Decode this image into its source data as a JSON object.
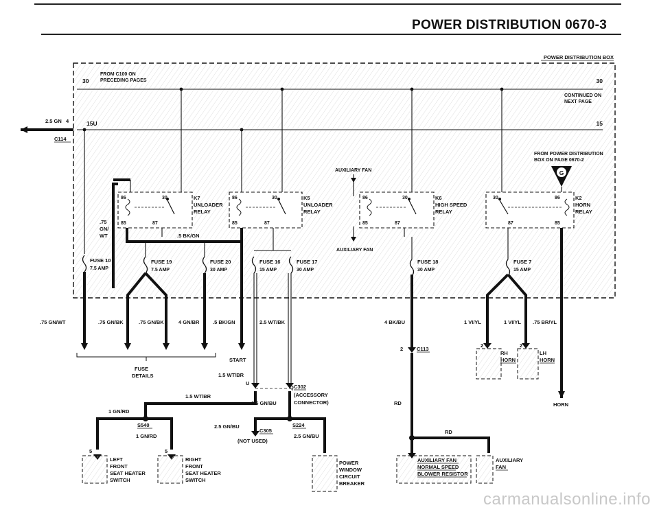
{
  "header": {
    "title": "POWER DISTRIBUTION  0670-3"
  },
  "watermark": "carmanualsonline.info",
  "box": {
    "title": "POWER DISTRIBUTION BOX",
    "term30": "30",
    "term15": "15U",
    "term30_right": "30",
    "term15_right": "15",
    "from_c100": [
      "FROM C100 ON",
      "PRECEDING PAGES"
    ],
    "continued": [
      "CONTINUED ON",
      "NEXT PAGE"
    ],
    "from_pdb": [
      "FROM POWER DISTRIBUTION",
      "BOX ON PAGE 0670-2"
    ],
    "g_symbol": "G",
    "aux_fan_top": "AUXILIARY FAN",
    "aux_fan_mid": "AUXILIARY FAN"
  },
  "input": {
    "wire": "2.5 GN",
    "pin": "4",
    "connector": "C114"
  },
  "relays": [
    {
      "name": [
        "K7",
        "UNLOADER",
        "RELAY"
      ],
      "pins": [
        "86",
        "30",
        "85",
        "87"
      ]
    },
    {
      "name": [
        "K5",
        "UNLOADER",
        "RELAY"
      ],
      "pins": [
        "86",
        "30",
        "85",
        "87"
      ]
    },
    {
      "name": [
        "K6",
        "HIGH SPEED",
        "RELAY"
      ],
      "pins": [
        "86",
        "30",
        "85",
        "87"
      ]
    },
    {
      "name": [
        "K2",
        "HORN",
        "RELAY"
      ],
      "pins": [
        "30",
        "86",
        "87",
        "85"
      ]
    }
  ],
  "fuses": [
    {
      "name": "FUSE 10",
      "amp": "7.5 AMP"
    },
    {
      "name": "FUSE 19",
      "amp": "7.5 AMP"
    },
    {
      "name": "FUSE 20",
      "amp": "30 AMP"
    },
    {
      "name": "FUSE 16",
      "amp": "15 AMP"
    },
    {
      "name": "FUSE 17",
      "amp": "30 AMP"
    },
    {
      "name": "FUSE 18",
      "amp": "30 AMP"
    },
    {
      "name": "FUSE 7",
      "amp": "15 AMP"
    }
  ],
  "wires": {
    "gn_wt_75": [
      ".75",
      "GN/",
      "WT"
    ],
    "bk_gn_5": ".5 BK/GN",
    "w_75gnwt": ".75 GN/WT",
    "w_75gnbk_a": ".75 GN/BK",
    "w_75gnbk_b": ".75 GN/BK",
    "w_4gnbr": "4 GN/BR",
    "w_5bkgn": ".5 BK/GN",
    "w_25wtbk": "2.5 WT/BK",
    "w_4bkbu": "4 BK/BU",
    "w_1viyl_a": "1 VI/YL",
    "w_1viyl_b": "1 VI/YL",
    "w_75bryl": ".75 BR/YL",
    "start": "START",
    "w_15wtbr_a": "1.5 WT/BR",
    "w_15wtbr_b": "1.5 WT/BR",
    "u": "U",
    "q": "Q",
    "w_25gnbu_a": "2.5 GN/BU",
    "w_25gnbu_b": "2.5 GN/BU",
    "w_25gnbu_c": "2.5 GN/BU",
    "w_1gnrd_a": "1 GN/RD",
    "w_1gnrd_b": "1 GN/RD",
    "rd_a": "RD",
    "rd_b": "RD",
    "horn": "HORN"
  },
  "fuse_details": [
    "FUSE",
    "DETAILS"
  ],
  "connectors": {
    "c302": "C302",
    "accessory": [
      "(ACCESSORY",
      "CONNECTOR)"
    ],
    "s224": "S224",
    "c305": "C305",
    "not_used": "(NOT USED)",
    "s540": "S540",
    "c113": "C113",
    "c113_pin": "2"
  },
  "components": {
    "left_heater": {
      "pin": "5",
      "lines": [
        "LEFT",
        "FRONT",
        "SEAT HEATER",
        "SWITCH"
      ]
    },
    "right_heater": {
      "pin": "5",
      "lines": [
        "RIGHT",
        "FRONT",
        "SEAT HEATER",
        "SWITCH"
      ]
    },
    "power_window": [
      "POWER",
      "WINDOW",
      "CIRCUIT",
      "BREAKER"
    ],
    "aux_resistor": [
      "AUXILIARY FAN",
      "NORMAL SPEED",
      "BLOWER RESISTOR"
    ],
    "aux_fan": [
      "AUXILIARY",
      "FAN"
    ],
    "rh_horn": {
      "pin": "2",
      "lines": [
        "RH",
        "HORN"
      ]
    },
    "lh_horn": {
      "pin": "2",
      "lines": [
        "LH",
        "HORN"
      ]
    }
  }
}
